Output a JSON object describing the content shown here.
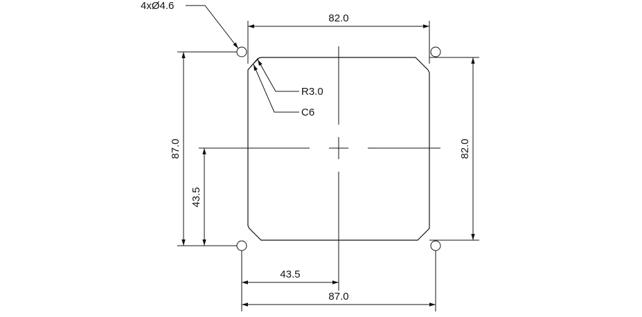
{
  "drawing": {
    "colors": {
      "line": "#111111",
      "background": "#ffffff"
    },
    "labels": {
      "holes": "4xØ4.6",
      "top_width": "82.0",
      "right_height": "82.0",
      "left_height": "87.0",
      "left_half_height": "43.5",
      "bottom_half_width": "43.5",
      "bottom_width": "87.0",
      "radius": "R3.0",
      "chamfer": "C6"
    }
  }
}
